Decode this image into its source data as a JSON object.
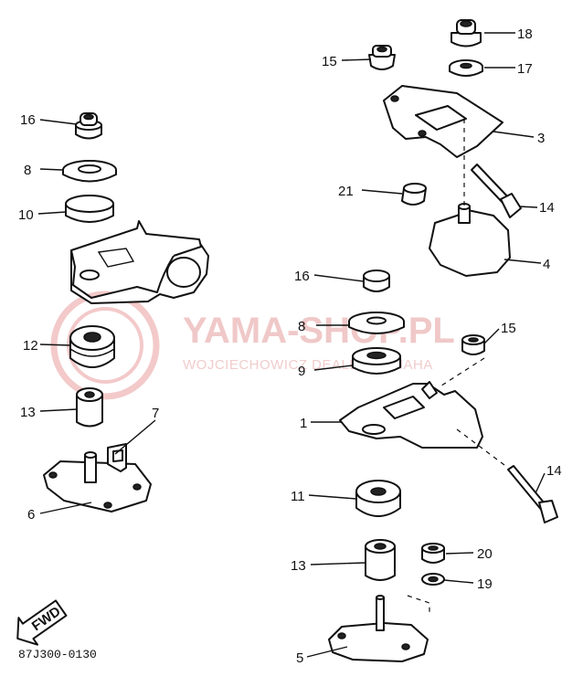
{
  "watermark": {
    "title": "YAMA-SHOP.PL",
    "subtitle": "WOJCIECHOWICZ DEALER YAMAHA"
  },
  "fwd_label": "FWD",
  "diagram_code": "87J300-0130",
  "callouts": {
    "c1": "1",
    "c3": "3",
    "c4": "4",
    "c5": "5",
    "c6": "6",
    "c7": "7",
    "c8a": "8",
    "c8b": "8",
    "c9": "9",
    "c10": "10",
    "c11": "11",
    "c12": "12",
    "c13a": "13",
    "c13b": "13",
    "c14a": "14",
    "c14b": "14",
    "c15a": "15",
    "c15b": "15",
    "c16a": "16",
    "c16b": "16",
    "c17": "17",
    "c18": "18",
    "c19": "19",
    "c20": "20",
    "c21": "21"
  }
}
